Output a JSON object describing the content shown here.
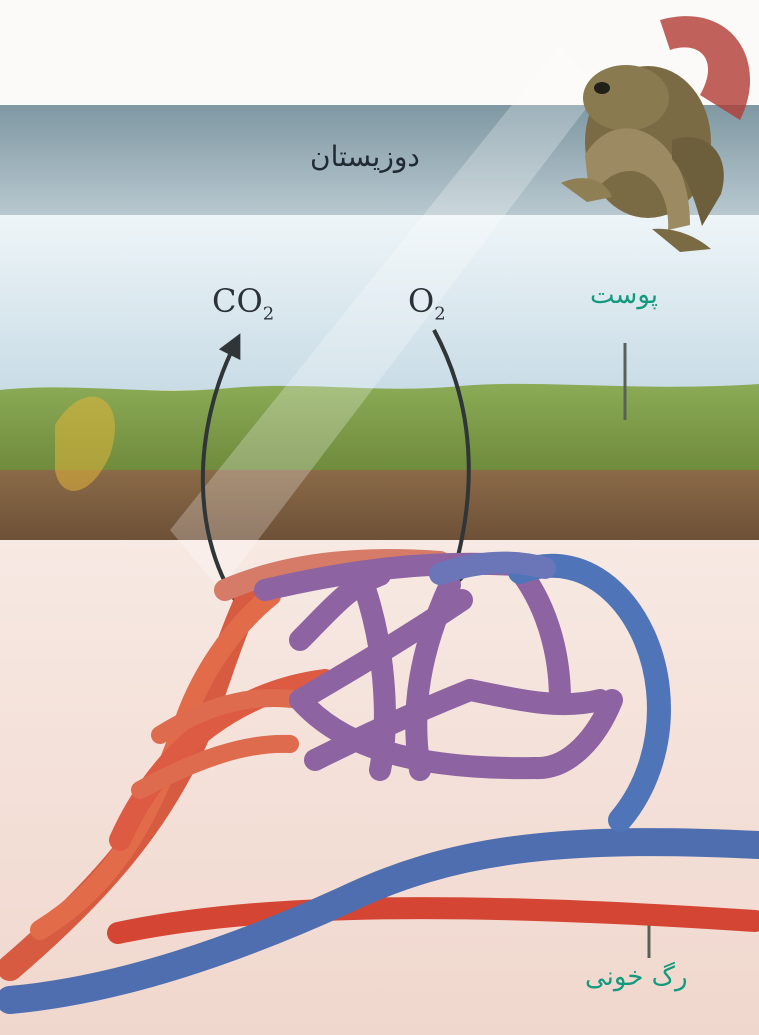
{
  "labels": {
    "title": "دوزیستان",
    "co2_main": "CO",
    "co2_sub": "2",
    "o2_main": "O",
    "o2_sub": "2",
    "skin": "پوست",
    "blood_vessel": "رگ خونی"
  },
  "colors": {
    "band": "#8fa5ae",
    "water": "#dbe8ee",
    "grass": "#7f9a4b",
    "soil": "#7e6042",
    "tissue": "#f2ddd4",
    "artery": "#d8563c",
    "capillary": "#8f62a1",
    "vein": "#4b6fae",
    "label_green": "#139a7e"
  }
}
